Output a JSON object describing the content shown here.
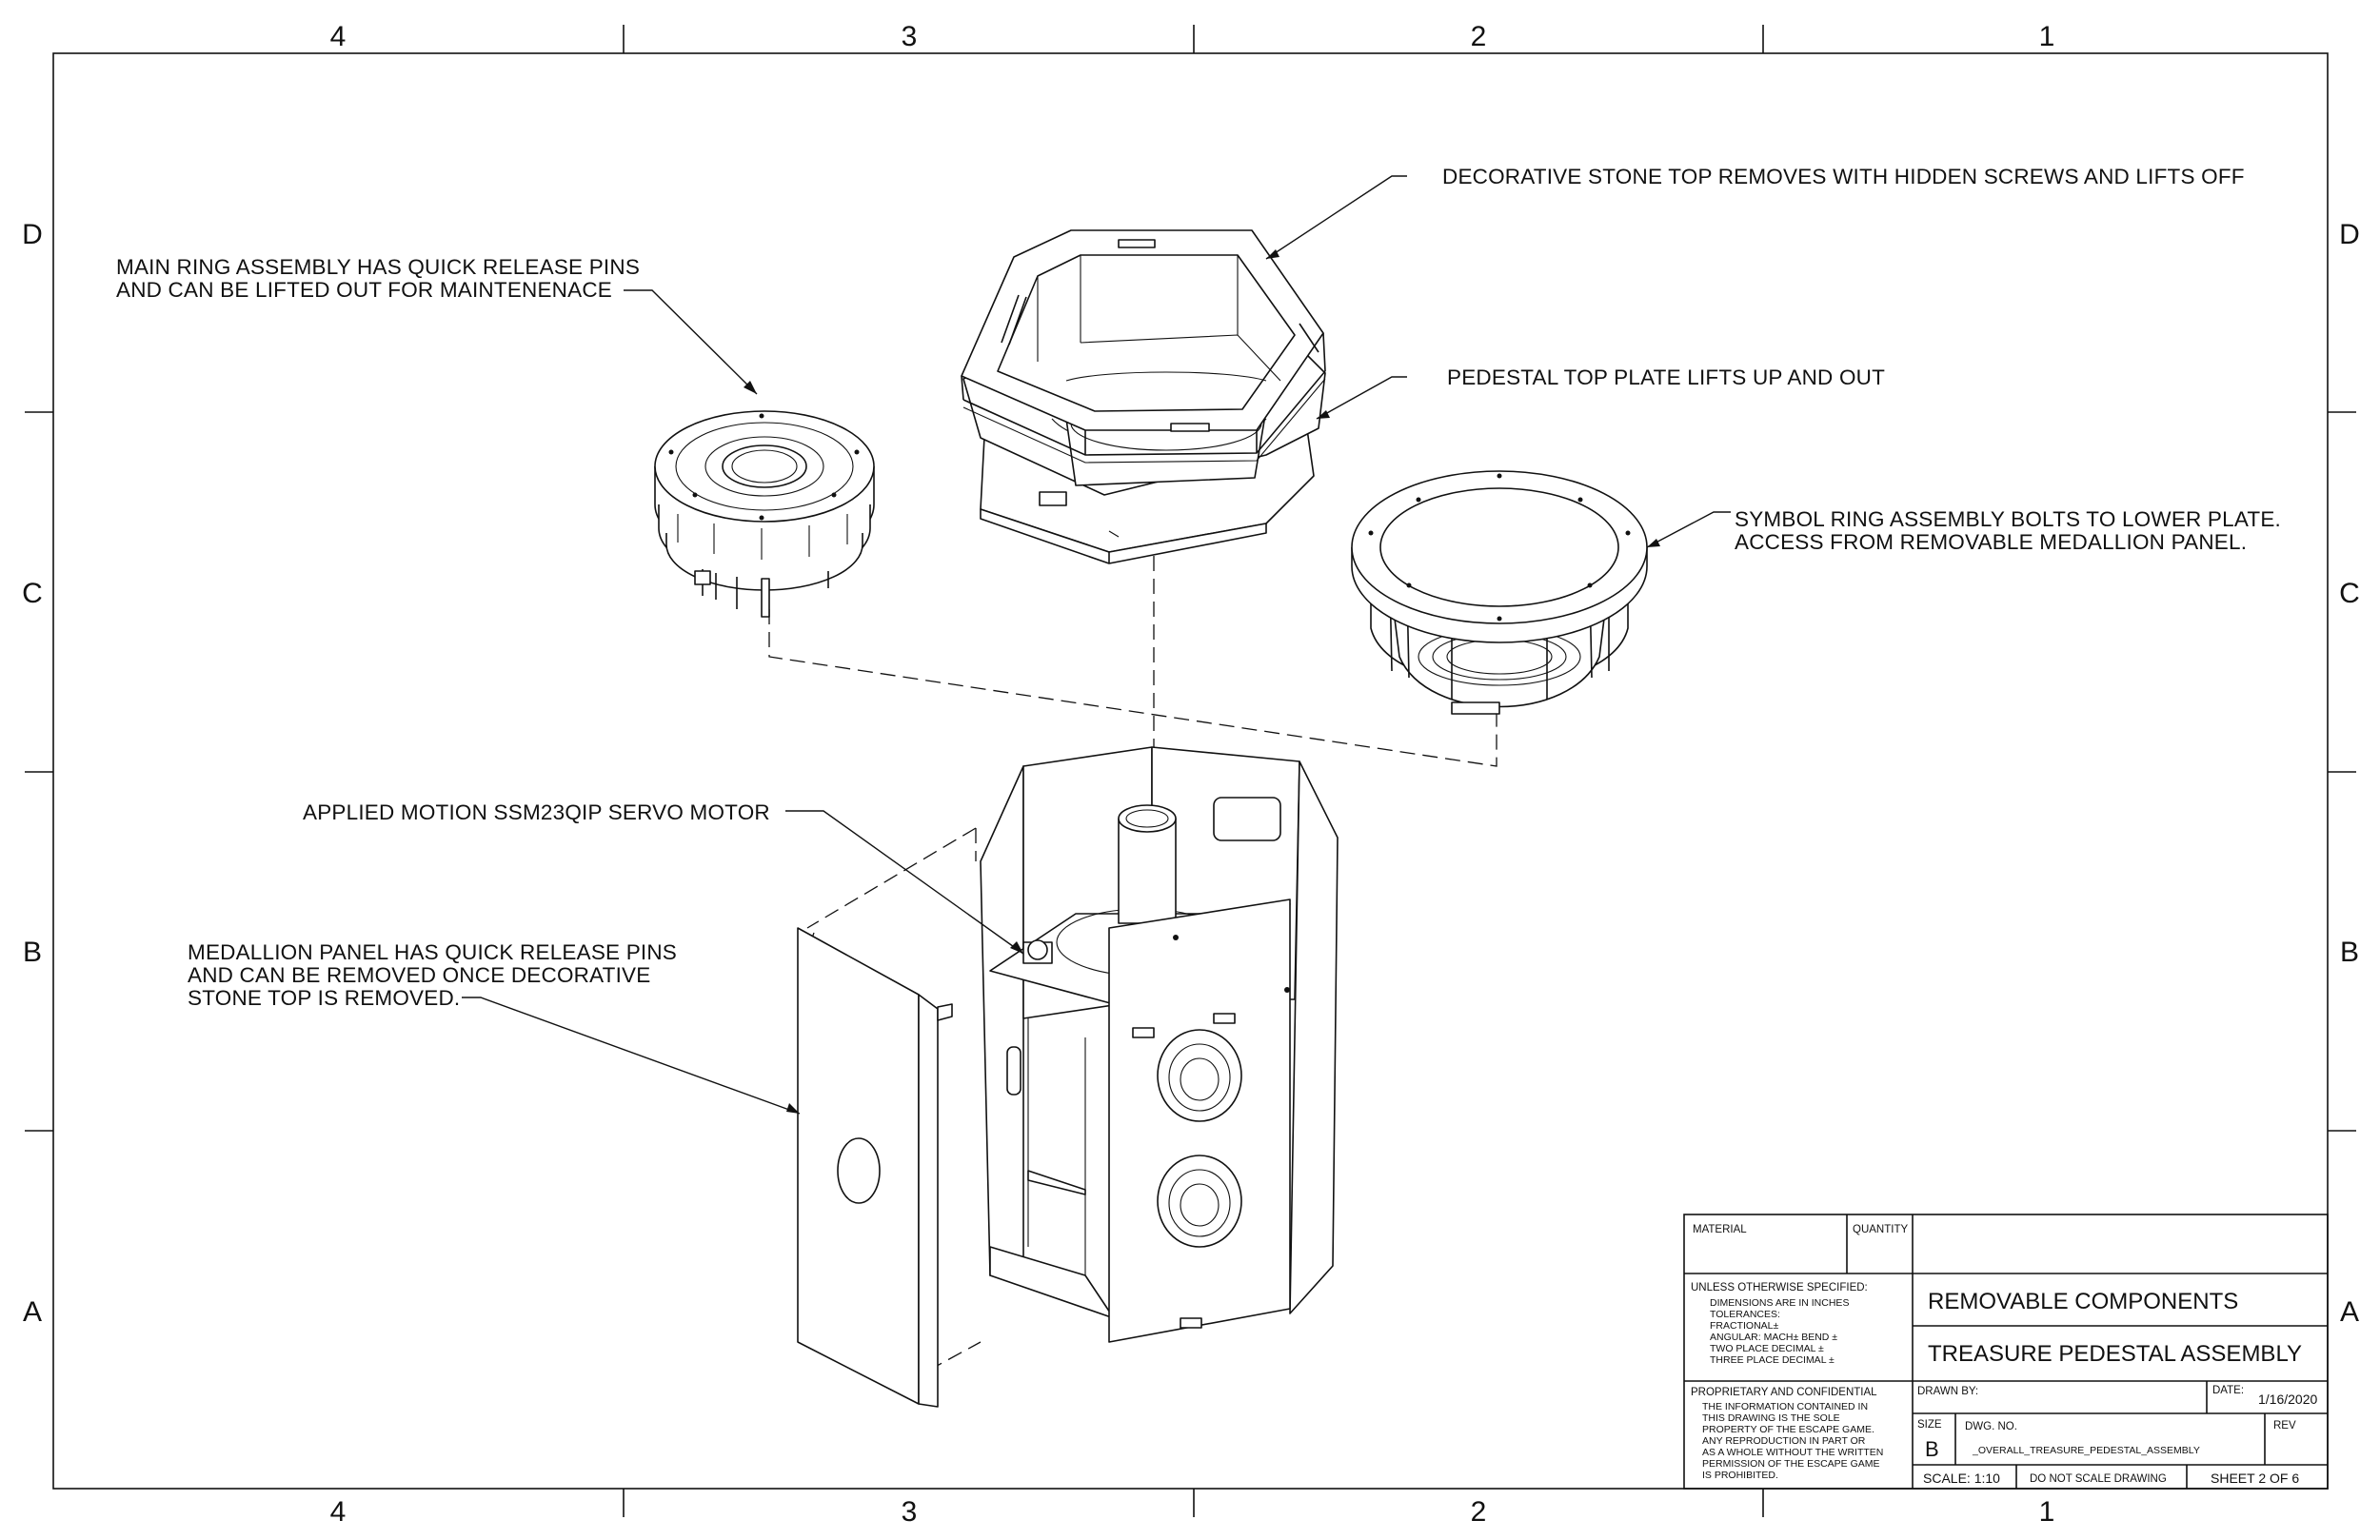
{
  "zones": {
    "columns": [
      "4",
      "3",
      "2",
      "1"
    ],
    "rows": [
      "D",
      "C",
      "B",
      "A"
    ]
  },
  "notes": {
    "main_ring": [
      "MAIN RING ASSEMBLY HAS QUICK RELEASE PINS",
      "AND CAN BE LIFTED OUT FOR MAINTENENACE"
    ],
    "stone_top": "DECORATIVE STONE TOP REMOVES WITH HIDDEN SCREWS AND LIFTS OFF",
    "top_plate": "PEDESTAL TOP PLATE LIFTS UP AND OUT",
    "symbol_ring": [
      "SYMBOL RING ASSEMBLY BOLTS TO LOWER PLATE.",
      "ACCESS FROM REMOVABLE MEDALLION PANEL."
    ],
    "servo": "APPLIED MOTION SSM23QIP SERVO MOTOR",
    "medallion": [
      "MEDALLION PANEL HAS QUICK RELEASE PINS",
      "AND CAN BE REMOVED ONCE DECORATIVE",
      "STONE TOP IS REMOVED."
    ]
  },
  "title_block": {
    "material": "MATERIAL",
    "quantity": "QUANTITY",
    "unless": "UNLESS OTHERWISE SPECIFIED:",
    "tolerances": [
      "DIMENSIONS ARE IN INCHES",
      "TOLERANCES:",
      "FRACTIONAL±",
      "ANGULAR: MACH±    BEND ±",
      "TWO PLACE DECIMAL    ±",
      "THREE PLACE DECIMAL  ±"
    ],
    "proprietary": "PROPRIETARY AND CONFIDENTIAL",
    "proprietary_text": [
      "THE INFORMATION CONTAINED IN",
      "THIS DRAWING IS THE SOLE",
      "PROPERTY OF THE ESCAPE GAME.",
      "ANY REPRODUCTION IN PART OR",
      "AS A WHOLE WITHOUT THE WRITTEN",
      "PERMISSION OF THE ESCAPE GAME",
      "IS PROHIBITED."
    ],
    "title1": "REMOVABLE COMPONENTS",
    "title2": "TREASURE PEDESTAL ASSEMBLY",
    "drawn_by": "DRAWN BY:",
    "date_label": "DATE:",
    "date": "1/16/2020",
    "size_label": "SIZE",
    "size": "B",
    "dwg_label": "DWG.  NO.",
    "dwg_no": "_OVERALL_TREASURE_PEDESTAL_ASSEMBLY",
    "rev": "REV",
    "scale": "SCALE: 1:10",
    "do_not_scale": "DO NOT SCALE DRAWING",
    "sheet": "SHEET 2 OF 6"
  }
}
